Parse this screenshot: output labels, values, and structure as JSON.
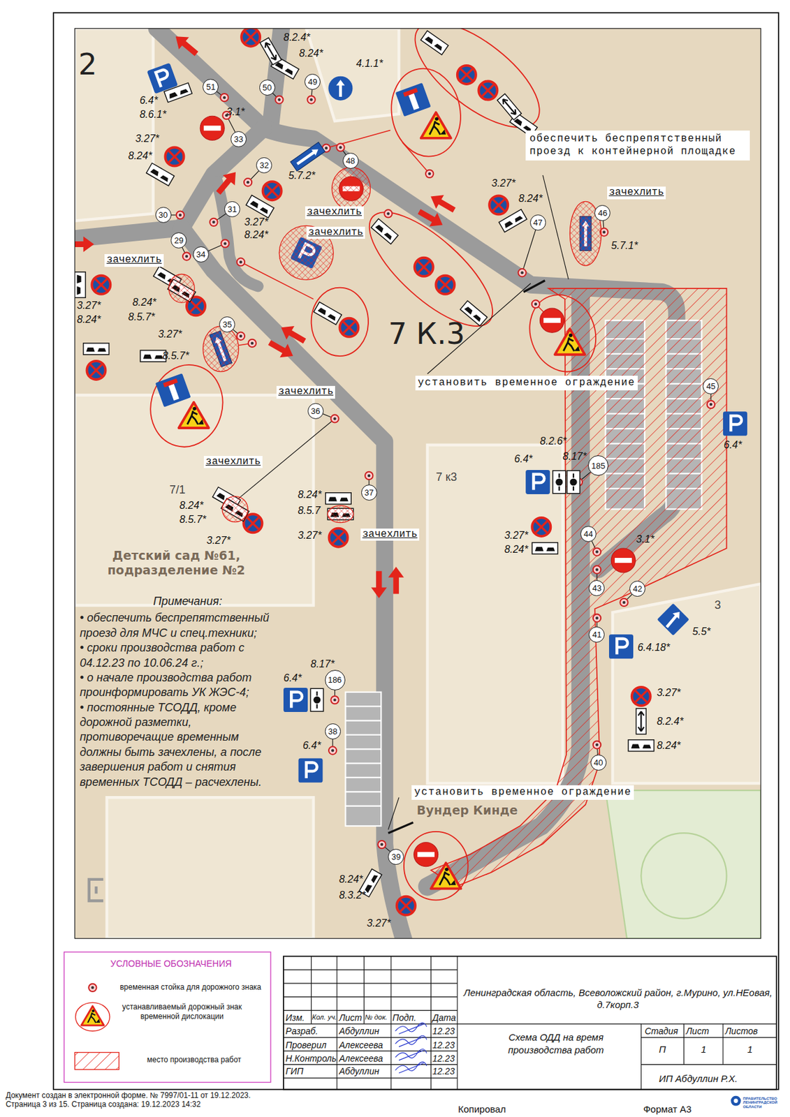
{
  "diagram": {
    "nodes": [
      {
        "text": [
          "51"
        ]
      },
      {
        "text": [
          "50"
        ]
      },
      {
        "text": [
          "49"
        ]
      },
      {
        "text": [
          "33"
        ]
      },
      {
        "text": [
          "32"
        ]
      },
      {
        "text": [
          "48"
        ]
      },
      {
        "text": [
          "31"
        ]
      },
      {
        "text": [
          "30"
        ]
      },
      {
        "text": [
          "29"
        ]
      },
      {
        "text": [
          "34"
        ]
      },
      {
        "text": [
          "47"
        ]
      },
      {
        "text": [
          "46"
        ]
      },
      {
        "text": [
          "35"
        ]
      },
      {
        "text": [
          "36"
        ]
      },
      {
        "text": [
          "37"
        ]
      },
      {
        "text": [
          "45"
        ]
      },
      {
        "text": [
          "185"
        ]
      },
      {
        "text": [
          "44"
        ]
      },
      {
        "text": [
          "43"
        ]
      },
      {
        "text": [
          "42"
        ]
      },
      {
        "text": [
          "41"
        ]
      },
      {
        "text": [
          "186"
        ]
      },
      {
        "text": [
          "38"
        ]
      },
      {
        "text": [
          "40"
        ]
      },
      {
        "text": [
          "39"
        ]
      }
    ],
    "labels": [
      "2",
      "8.2.4*",
      "8.24*",
      "4.1.1*",
      "6.4*",
      "8.6.1*",
      "3.1*",
      "3.27*",
      "8.24*",
      "обеспечить беспрепятственный проезд к контейнерной площадке",
      "5.7.2*",
      "3.27*",
      "8.24*",
      "зачехлить",
      "5.7.1*",
      "3.27*",
      "8.24*",
      "зачехлить",
      "зачехлить",
      "зачехлить",
      "3.27*",
      "8.24*",
      "8.24*",
      "8.5.7*",
      "3.27*",
      "8.5.7*",
      "7 К.3",
      "установить временное ограждение",
      "зачехлить",
      "6.4*",
      "зачехлить",
      "7 к3",
      "6.4*",
      "8.2.6*",
      "8.17*",
      "7/1",
      "8.24*",
      "8.5.7*",
      "3.27*",
      "8.24*",
      "8.5.7",
      "3.27*",
      "зачехлить",
      "3.27*",
      "8.24*",
      "3.1*",
      "Детский сад №61, подразделение №2",
      "3",
      "5.5*",
      "6.4.18*",
      "Примечания:",
      "• обеспечить беспрепятственный проезд для МЧС и спец.техники;",
      "• сроки производства работ с 04.12.23 по 10.06.24 г.;",
      "• о начале производства работ проинформировать УК ЖЭС-4;",
      "• постоянные ТСОДД, кроме дорожной разметки, противоречащие временным должны быть зачехлены, а после завершения работ и снятия временных ТСОДД – расчехлены.",
      "6.4*",
      "8.17*",
      "3.27*",
      "8.2.4*",
      "8.24*",
      "6.4*",
      "установить временное ограждение",
      "Вундер Кинде",
      "8.24*",
      "8.3.2*",
      "3.27*",
      "УСЛОВНЫЕ ОБОЗНАЧЕНИЯ",
      "Изм.",
      "Кол. уч.",
      "Лист",
      "№ док.",
      "Подп.",
      "Дата",
      "Разраб.",
      "Абдуллин",
      "12.23",
      "Проверил",
      "Алексеева",
      "12.23",
      "Н.Контроль",
      "Алексеева",
      "12.23",
      "ГИП",
      "Абдуллин",
      "12.23",
      "Ленинградская область, Всеволожский район, г.Мурино, ул.НЕовая, д.7корп.3",
      "Схема ОДД на время производства работ",
      "Стадия",
      "Лист",
      "Листов",
      "П",
      "1",
      "1",
      "ИП Абдуллин Р.Х.",
      "Документ создан в электронной форме. № 7997/01-11 от 19.12.2023.",
      "Страница 3 из 15. Страница создана: 19.12.2023 14:32",
      "Копировал",
      "Формат А3",
      "ПРАВИТЕЛЬСТВО ЛЕНИНГРАДСКОЙ ОБЛАСТИ"
    ],
    "legend": [
      {
        "text": "временная стойка для дорожного знака"
      },
      {
        "text": "устанавливаемый дорожный знак временной дислокации"
      },
      {
        "text": "место производства работ"
      }
    ]
  }
}
